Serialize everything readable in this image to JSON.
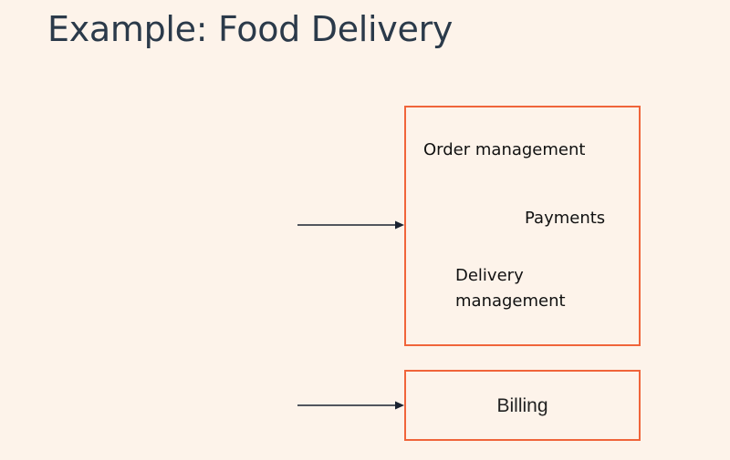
{
  "slide": {
    "title": "Example: Food Delivery"
  },
  "main_box": {
    "items": [
      "Order management",
      "Payments",
      "Delivery management"
    ]
  },
  "billing_box": {
    "label": "Billing"
  },
  "colors": {
    "background": "#fdf3ea",
    "box_border": "#f0643a",
    "title": "#2b3a4a",
    "arrow": "#1a2230"
  }
}
